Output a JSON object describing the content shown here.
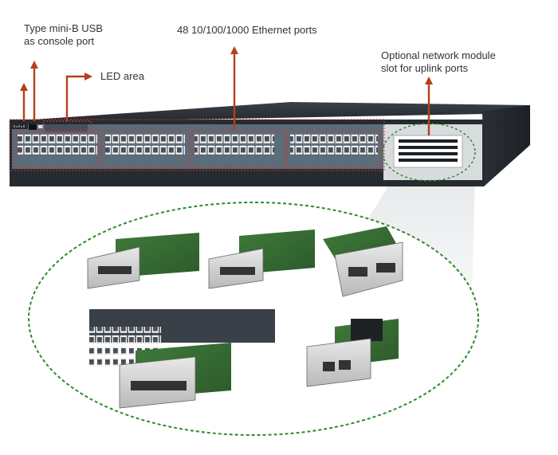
{
  "callouts": {
    "console_port": {
      "line1": "Type mini-B USB",
      "line2": "as console port"
    },
    "led_area": "LED area",
    "ethernet_ports": "48 10/100/1000 Ethernet ports",
    "module_slot": {
      "line1": "Optional network module",
      "line2": "slot for uplink ports"
    }
  },
  "colors": {
    "arrow": "#b5401a",
    "port_outline": "#d0342c",
    "zoom_ellipse": "#2e8b2e",
    "chassis": "#3c4248",
    "chassis_front": "#2b3036",
    "port_panel": "#5b6c7a"
  },
  "icons": [
    "cisco-logo-icon"
  ]
}
